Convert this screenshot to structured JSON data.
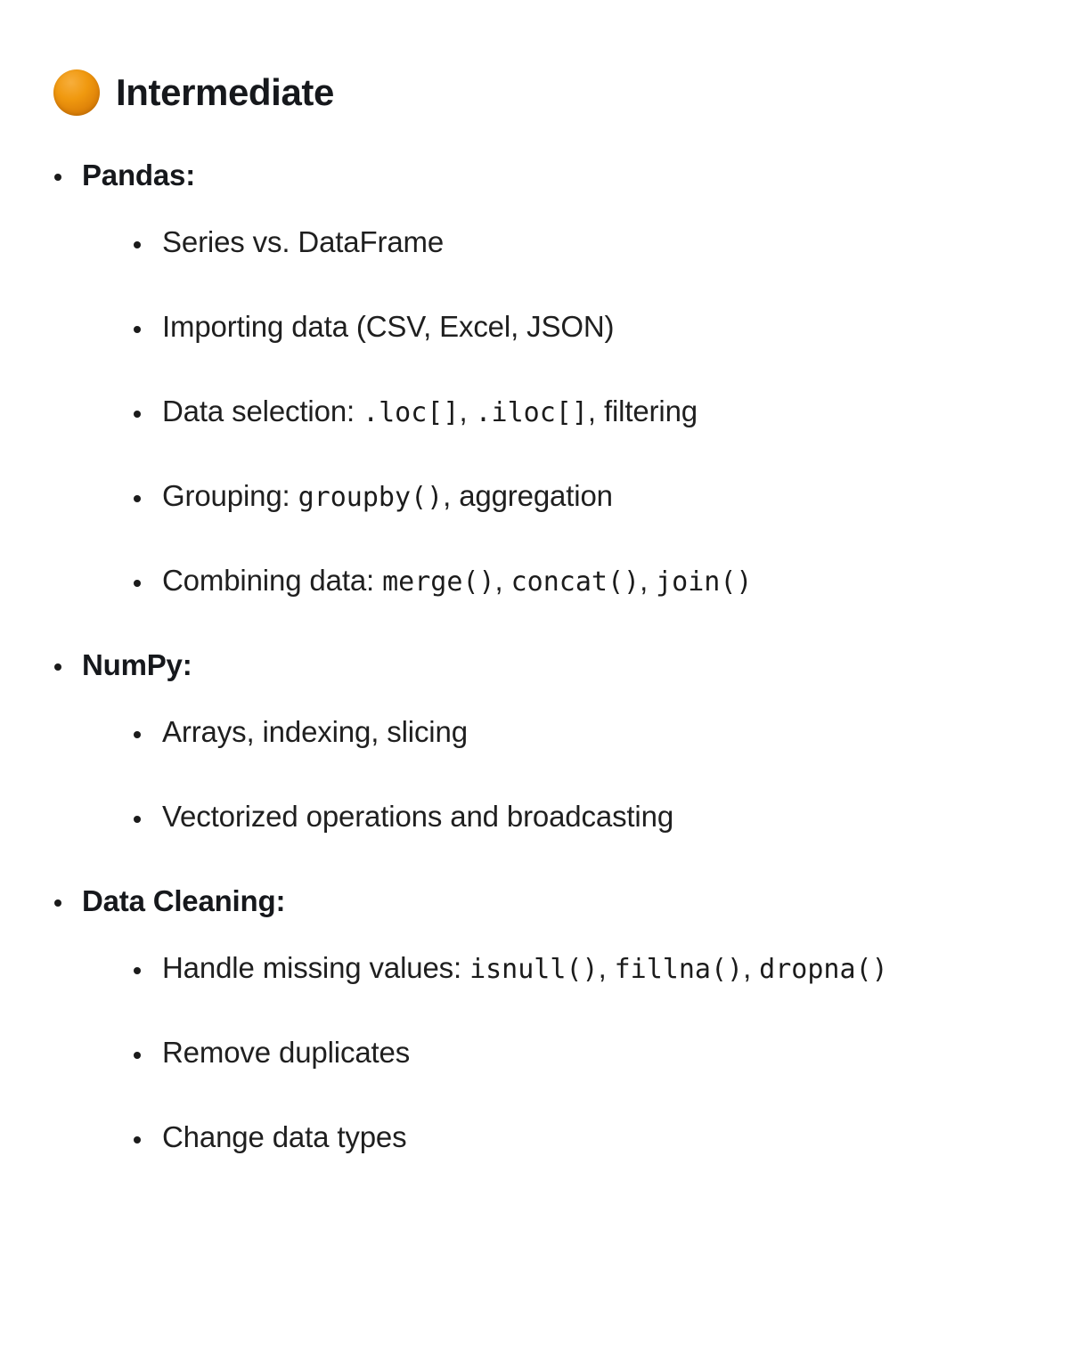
{
  "heading": {
    "icon": "orange-circle-emoji",
    "icon_color": "#E8890A",
    "text": "Intermediate"
  },
  "sections": [
    {
      "label": "Pandas",
      "colon": ":",
      "items": [
        {
          "parts": [
            {
              "type": "text",
              "value": "Series vs. DataFrame"
            }
          ]
        },
        {
          "parts": [
            {
              "type": "text",
              "value": "Importing data (CSV, Excel, JSON)"
            }
          ]
        },
        {
          "parts": [
            {
              "type": "text",
              "value": "Data selection: "
            },
            {
              "type": "code",
              "value": ".loc[]"
            },
            {
              "type": "text",
              "value": ", "
            },
            {
              "type": "code",
              "value": ".iloc[]"
            },
            {
              "type": "text",
              "value": ", filtering"
            }
          ]
        },
        {
          "parts": [
            {
              "type": "text",
              "value": "Grouping: "
            },
            {
              "type": "code",
              "value": "groupby()"
            },
            {
              "type": "text",
              "value": ", aggregation"
            }
          ]
        },
        {
          "parts": [
            {
              "type": "text",
              "value": "Combining data: "
            },
            {
              "type": "code",
              "value": "merge()"
            },
            {
              "type": "text",
              "value": ", "
            },
            {
              "type": "code",
              "value": "concat()"
            },
            {
              "type": "text",
              "value": ", "
            },
            {
              "type": "code",
              "value": "join()"
            }
          ]
        }
      ]
    },
    {
      "label": "NumPy",
      "colon": ":",
      "items": [
        {
          "parts": [
            {
              "type": "text",
              "value": "Arrays, indexing, slicing"
            }
          ]
        },
        {
          "parts": [
            {
              "type": "text",
              "value": "Vectorized operations and broadcasting"
            }
          ]
        }
      ]
    },
    {
      "label": "Data Cleaning",
      "colon": ":",
      "items": [
        {
          "parts": [
            {
              "type": "text",
              "value": "Handle missing values: "
            },
            {
              "type": "code",
              "value": "isnull()"
            },
            {
              "type": "text",
              "value": ", "
            },
            {
              "type": "code",
              "value": "fillna()"
            },
            {
              "type": "text",
              "value": ", "
            },
            {
              "type": "code",
              "value": "dropna()"
            }
          ]
        },
        {
          "parts": [
            {
              "type": "text",
              "value": "Remove duplicates"
            }
          ]
        },
        {
          "parts": [
            {
              "type": "text",
              "value": "Change data types"
            }
          ]
        }
      ]
    }
  ]
}
